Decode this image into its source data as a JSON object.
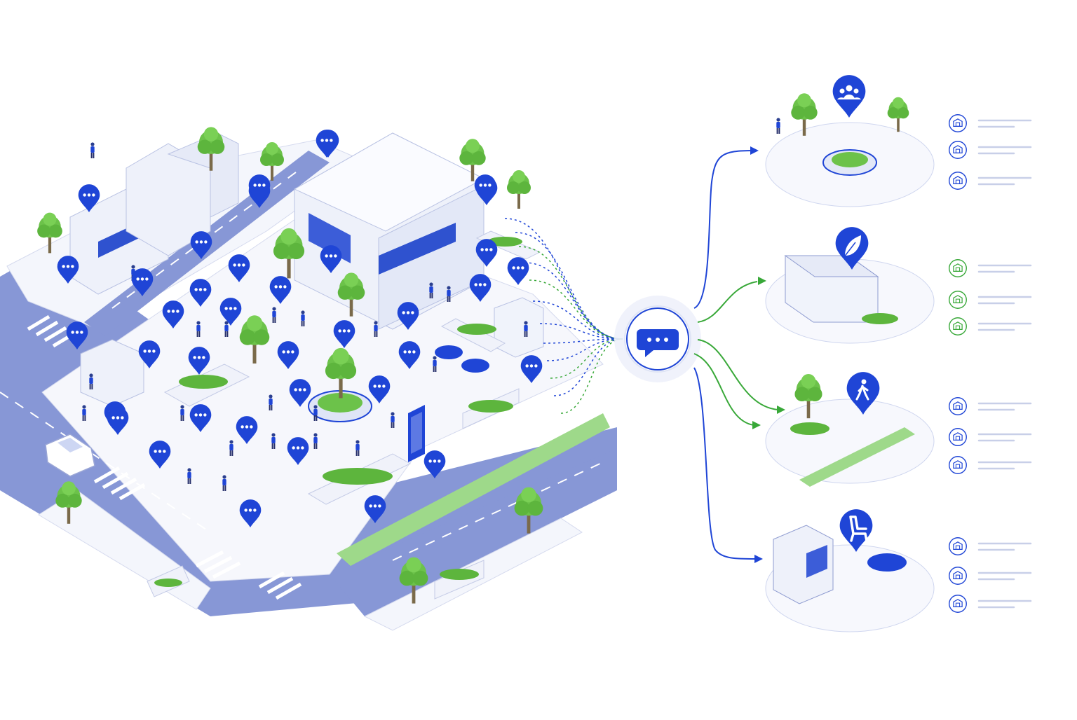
{
  "colors": {
    "primary_blue": "#1f45d6",
    "road": "#7d8fd4",
    "road_light": "#9aa8df",
    "lane_mark": "#ffffff",
    "green": "#38a838",
    "tree_green": "#6cc24a",
    "bike_lane": "#9ed98a",
    "sidewalk": "#f3f5fb",
    "building": "#eef1fa",
    "outline": "#c9d0ea",
    "placeholder_line": "#c8cfe8"
  },
  "icons": {
    "hub": "chat-bubble-ellipsis-icon",
    "comment_pin": "comment-pin-icon",
    "group_pin": "people-group-pin-icon",
    "leaf_pin": "leaf-pin-icon",
    "walk_pin": "pedestrian-walk-pin-icon",
    "bench_pin": "bench-seat-pin-icon"
  },
  "diagram": {
    "source": "public-plaza-with-resident-feedback",
    "feedback_pin_count": 38,
    "connections": [
      {
        "from": "hub",
        "to": "group-gathering-space",
        "color": "blue"
      },
      {
        "from": "hub",
        "to": "green-transit-shelter",
        "color": "green"
      },
      {
        "from": "hub",
        "to": "walkable-bike-lane",
        "color": "green"
      },
      {
        "from": "hub",
        "to": "outdoor-seating-area",
        "color": "blue"
      }
    ],
    "outcomes": [
      {
        "id": "group-gathering-space",
        "pin_icon": "people-group-pin-icon",
        "accent": "blue",
        "list_items": 3
      },
      {
        "id": "green-transit-shelter",
        "pin_icon": "leaf-pin-icon",
        "accent": "green",
        "list_items": 3
      },
      {
        "id": "walkable-bike-lane",
        "pin_icon": "pedestrian-walk-pin-icon",
        "accent": "blue",
        "list_items": 3
      },
      {
        "id": "outdoor-seating-area",
        "pin_icon": "bench-seat-pin-icon",
        "accent": "blue",
        "list_items": 3
      }
    ]
  }
}
